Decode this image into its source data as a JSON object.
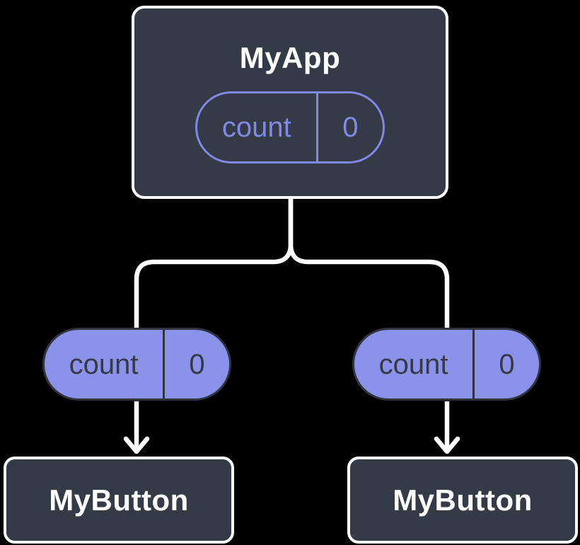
{
  "colors": {
    "background": "#000000",
    "node_fill": "#343A46",
    "node_border": "#FFFFFF",
    "title_text": "#FFFFFF",
    "pill_outline_purple": "#8189E6",
    "pill_fill_purple": "#8A92EA",
    "pill_dark_line": "#2F3440",
    "pill_dark_text": "#343A46",
    "connector": "#FFFFFF"
  },
  "root_node": {
    "title": "MyApp",
    "state_pill": {
      "label": "count",
      "value": "0"
    }
  },
  "child_nodes": [
    {
      "title": "MyButton",
      "prop_pill": {
        "label": "count",
        "value": "0"
      }
    },
    {
      "title": "MyButton",
      "prop_pill": {
        "label": "count",
        "value": "0"
      }
    }
  ]
}
